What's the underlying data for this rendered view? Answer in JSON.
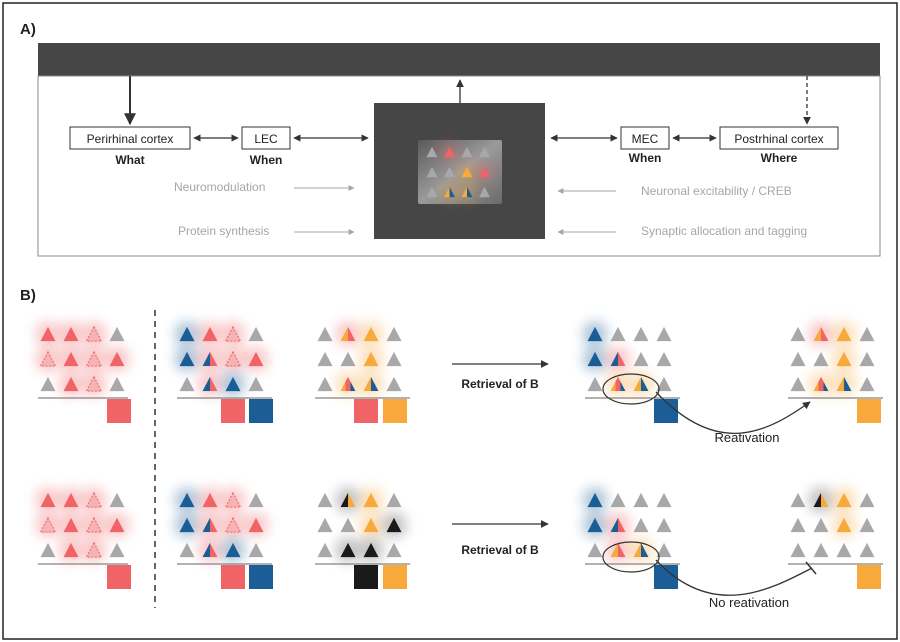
{
  "panel_a": {
    "label": "A)",
    "left_nodes": [
      {
        "name": "Perirhinal cortex",
        "sub": "What"
      },
      {
        "name": "LEC",
        "sub": "When"
      }
    ],
    "right_nodes": [
      {
        "name": "MEC",
        "sub": "When"
      },
      {
        "name": "Postrhinal cortex",
        "sub": "Where"
      }
    ],
    "left_inputs": [
      "Neuromodulation",
      "Protein synthesis"
    ],
    "right_inputs": [
      "Neuronal excitability / CREB",
      "Synaptic allocation and tagging"
    ]
  },
  "panel_b": {
    "label": "B)",
    "rows": [
      {
        "retrieval_label": "Retrieval of B",
        "outcome_label": "Reativation"
      },
      {
        "retrieval_label": "Retrieval of B",
        "outcome_label": "No reativation"
      }
    ]
  },
  "colors": {
    "red": "#f06467",
    "blue": "#1b5e96",
    "orange": "#f7a93c",
    "black": "#1a1a1a",
    "gray": "#a8a8aa",
    "dark_box": "#464646",
    "light_text": "#a6a6a6"
  }
}
